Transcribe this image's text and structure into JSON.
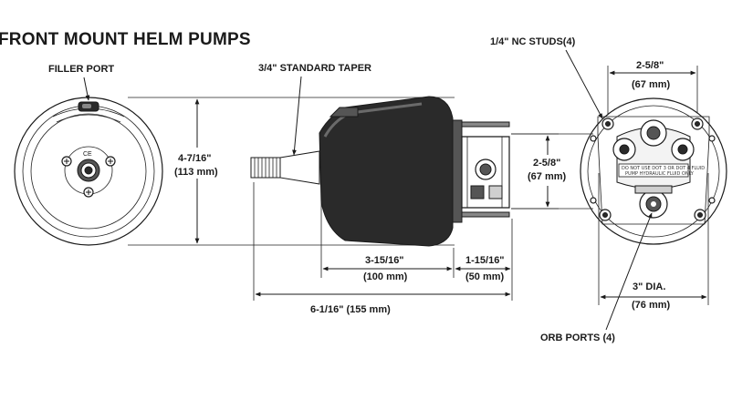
{
  "title": "FRONT MOUNT HELM PUMPS",
  "labels": {
    "filler_port": "FILLER PORT",
    "standard_taper": "3/4\" STANDARD TAPER",
    "nc_studs": "1/4\" NC STUDS(4)",
    "orb_ports": "ORB PORTS (4)",
    "ce_mark": "CE",
    "plate_text_1": "DO NOT USE DOT 3 OR DOT 4 FLUID",
    "plate_text_2": "PUMP HYDRAULIC FLUID ONLY"
  },
  "dimensions": {
    "height_in": "4-7/16\"",
    "height_mm": "(113 mm)",
    "stud_spacing_v_in": "2-5/8\"",
    "stud_spacing_v_mm": "(67 mm)",
    "stud_spacing_h_in": "2-5/8\"",
    "stud_spacing_h_mm": "(67 mm)",
    "body_len_in": "3-15/16\"",
    "body_len_mm": "(100 mm)",
    "rear_len_in": "1-15/16\"",
    "rear_len_mm": "(50 mm)",
    "total_len": "6-1/16\" (155 mm)",
    "dia_in": "3\" DIA.",
    "dia_mm": "(76 mm)"
  }
}
